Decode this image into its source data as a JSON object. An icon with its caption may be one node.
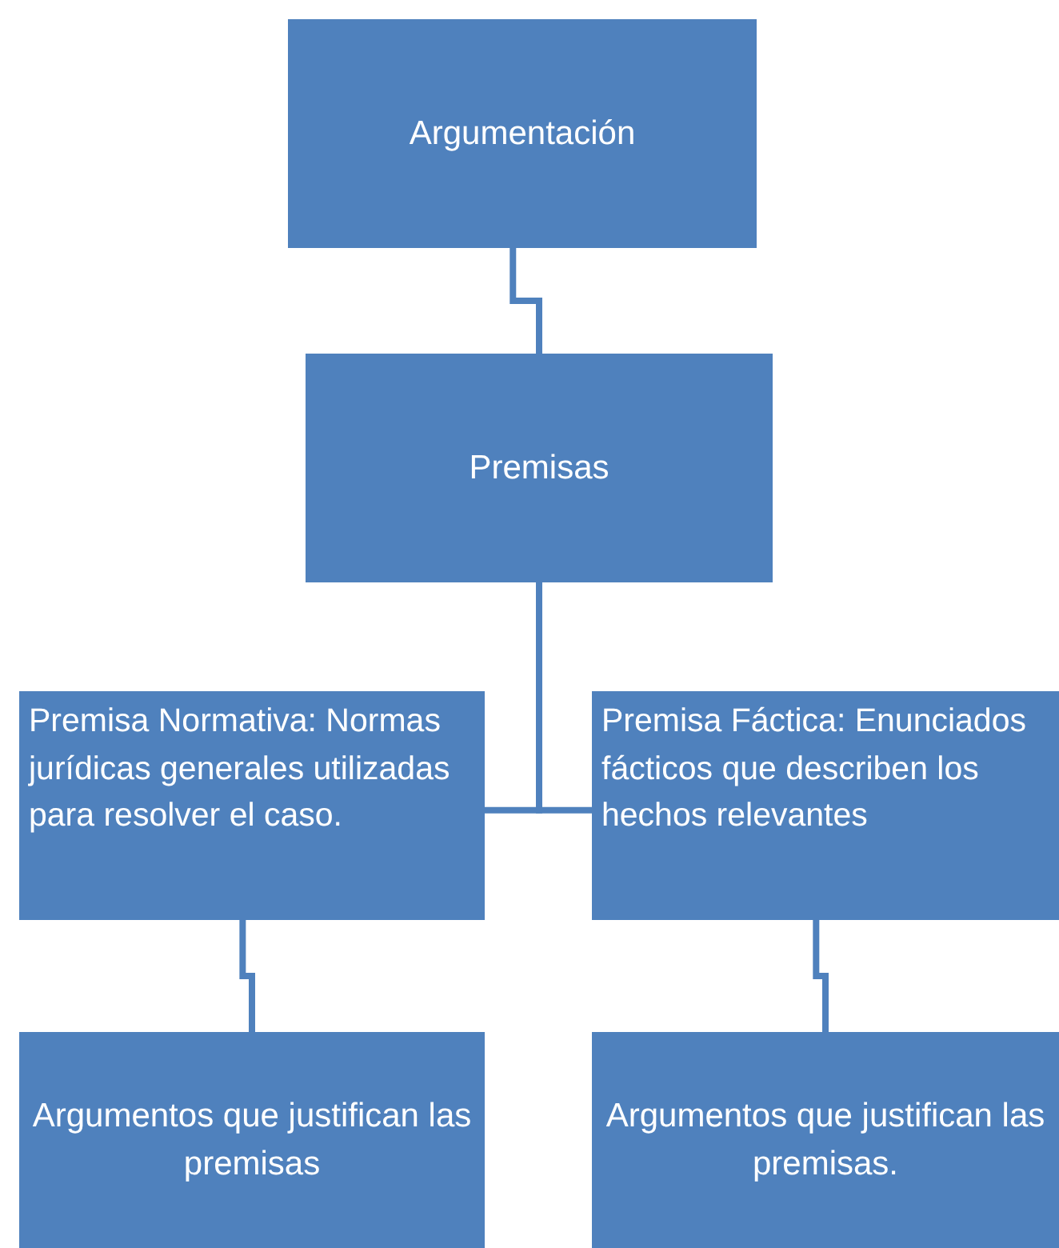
{
  "diagram": {
    "nodes": [
      {
        "text": [
          "Argumentación"
        ]
      },
      {
        "text": [
          "Premisas"
        ]
      },
      {
        "text": [
          "Premisa Normativa: Normas jurídicas generales utilizadas para resolver el caso."
        ]
      },
      {
        "text": [
          "Premisa Fáctica: Enunciados fácticos que describen los hechos relevantes"
        ]
      },
      {
        "text": [
          "Argumentos que justifican las premisas"
        ]
      },
      {
        "text": [
          "Argumentos que justifican las premisas."
        ]
      }
    ],
    "edges": [
      {
        "from": 0,
        "to": 1,
        "arrow": "none"
      },
      {
        "from": 1,
        "to": 2,
        "arrow": "none"
      },
      {
        "from": 1,
        "to": 3,
        "arrow": "none"
      },
      {
        "from": 2,
        "to": 4,
        "arrow": "none"
      },
      {
        "from": 3,
        "to": 5,
        "arrow": "none"
      }
    ]
  }
}
